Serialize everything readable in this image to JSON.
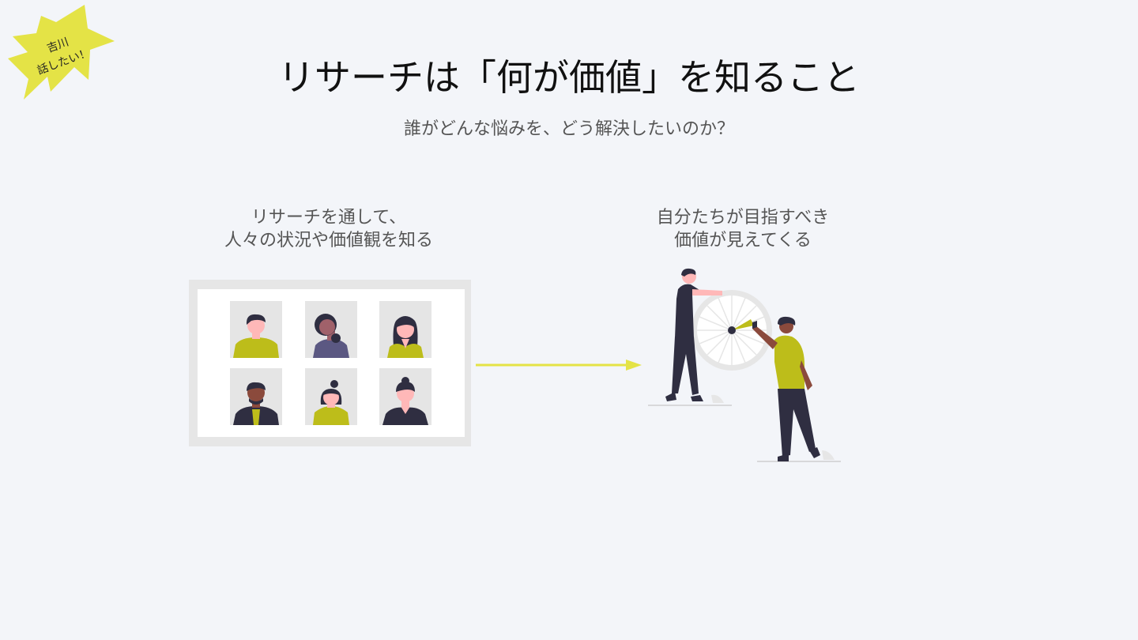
{
  "badge": {
    "line1": "吉川",
    "line2": "話したい！",
    "color": "#e4e346"
  },
  "header": {
    "title": "リサーチは「何が価値」を知ること",
    "subtitle": "誰がどんな悩みを、どう解決したいのか？"
  },
  "left_panel": {
    "caption_line1": "リサーチを通して、",
    "caption_line2": "人々の状況や価値観を知る",
    "portraits": [
      "man-short-hair",
      "woman-bun",
      "woman-long-hair",
      "man-dark-skin",
      "woman-topknot",
      "man-jacket"
    ]
  },
  "right_panel": {
    "caption_line1": "自分たちが目指すべき",
    "caption_line2": "価値が見えてくる",
    "illustration": "team-spinning-wheel"
  },
  "colors": {
    "background": "#f3f5f9",
    "accent": "#e4e346",
    "olive": "#bdbd1a",
    "dark": "#2f2e41",
    "skin": "#ffb8b8"
  }
}
